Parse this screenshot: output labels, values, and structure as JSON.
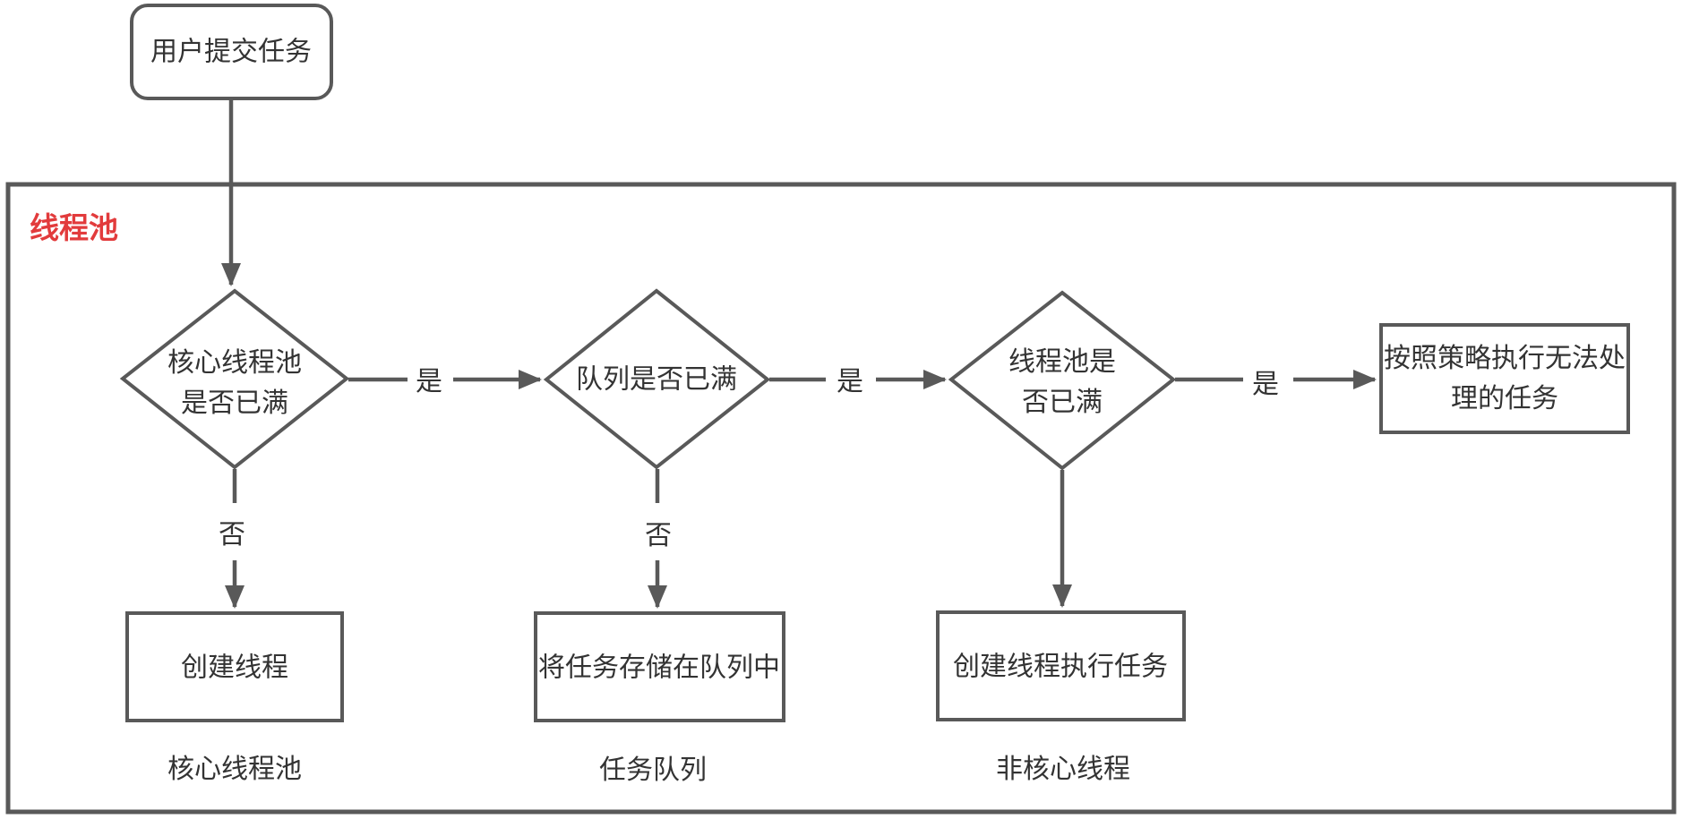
{
  "colors": {
    "accent": "#E23B3C",
    "stroke": "#595959",
    "text": "#333333",
    "background": "#FFFFFF"
  },
  "flow": {
    "container_label": "线程池",
    "start": {
      "label": "用户提交任务"
    },
    "decisions": [
      {
        "line1": "核心线程池",
        "line2": "是否已满"
      },
      {
        "line1": "队列是否已满",
        "line2": ""
      },
      {
        "line1": "线程池是",
        "line2": "否已满"
      }
    ],
    "actions": [
      {
        "label": "创建线程",
        "caption": "核心线程池"
      },
      {
        "label": "将任务存储在队列中",
        "caption": "任务队列"
      },
      {
        "label": "创建线程执行任务",
        "caption": "非核心线程"
      },
      {
        "line1": "按照策略执行无法处",
        "line2": "理的任务"
      }
    ],
    "edge_labels": {
      "yes": "是",
      "no": "否"
    }
  }
}
